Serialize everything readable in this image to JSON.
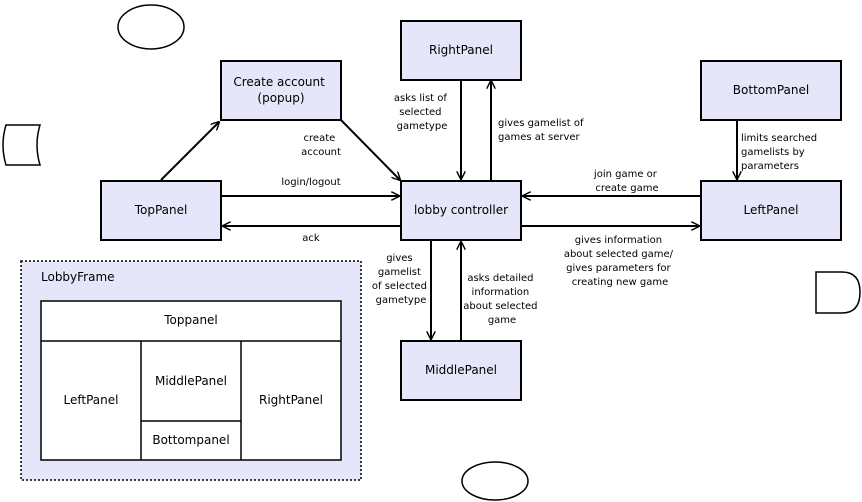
{
  "nodes": {
    "create_account": [
      "Create account",
      "(popup)"
    ],
    "right_panel": "RightPanel",
    "bottom_panel": "BottomPanel",
    "top_panel": "TopPanel",
    "lobby_controller": "lobby controller",
    "left_panel": "LeftPanel",
    "middle_panel": "MiddlePanel"
  },
  "edges": {
    "create_account": [
      "create",
      "account"
    ],
    "asks_list": [
      "asks list of",
      "selected",
      "gametype"
    ],
    "gives_gamelist_server": [
      "gives gamelist of",
      "games at server"
    ],
    "limits_searched": [
      "limits searched",
      "gamelists by",
      "parameters"
    ],
    "login_logout": "login/logout",
    "join_game": [
      "join game or",
      "create game"
    ],
    "ack": "ack",
    "gives_information": [
      "gives information",
      "about selected game/",
      "gives parameters for",
      "creating new game"
    ],
    "gives_gamelist_selected": [
      "gives",
      "gamelist",
      "of selected",
      "gametype"
    ],
    "asks_detailed": [
      "asks detailed",
      "information",
      "about selected",
      "game"
    ]
  },
  "lobby_frame": {
    "title": "LobbyFrame",
    "toppanel": "Toppanel",
    "leftpanel": "LeftPanel",
    "middlepanel": "MiddlePanel",
    "rightpanel": "RightPanel",
    "bottompanel": "Bottompanel"
  }
}
